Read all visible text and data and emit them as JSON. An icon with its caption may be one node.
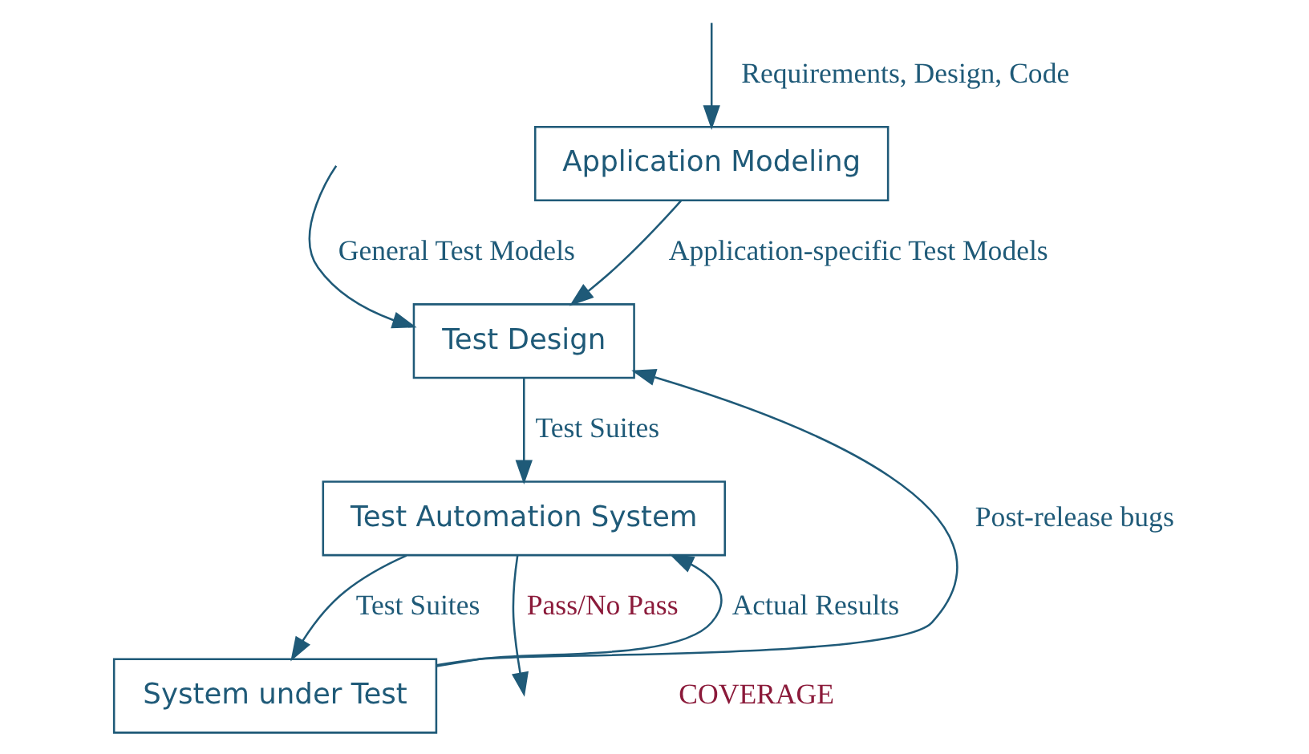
{
  "diagram": {
    "nodes": [
      {
        "text": [
          "Application Modeling"
        ]
      },
      {
        "text": [
          "Test Design"
        ]
      },
      {
        "text": [
          "Test Automation System"
        ]
      },
      {
        "text": [
          "System under Test"
        ]
      }
    ],
    "edges": [
      {
        "from": null,
        "to": 0,
        "arrow": "to",
        "label": "Requirements, Design, Code"
      },
      {
        "from": 0,
        "to": 1,
        "arrow": "to",
        "label": "Application-specific Test Models"
      },
      {
        "from": null,
        "to": 1,
        "arrow": "to",
        "label": "General Test Models"
      },
      {
        "from": 1,
        "to": 2,
        "arrow": "to",
        "label": "Test Suites"
      },
      {
        "from": 2,
        "to": null,
        "arrow": "to",
        "label": "Pass/No Pass"
      },
      {
        "from": 2,
        "to": 3,
        "arrow": "to",
        "label": "Test Suites"
      },
      {
        "from": 3,
        "to": 2,
        "arrow": "to",
        "label": "Actual Results"
      },
      {
        "from": 3,
        "to": 1,
        "arrow": "to",
        "label": "Post-release bugs"
      }
    ],
    "labels": [
      "COVERAGE"
    ]
  }
}
